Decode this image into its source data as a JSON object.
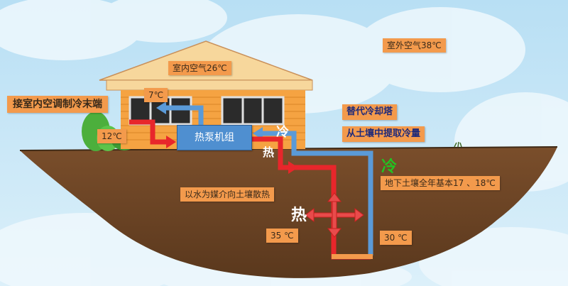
{
  "labels": {
    "outdoor_air": "室外空气38℃",
    "indoor_air": "室内空气26℃",
    "indoor_terminal": "接室内空调制冷末端",
    "temp_7": "7℃",
    "temp_12": "12℃",
    "heat_pump": "热泵机组",
    "replace_tower": "替代冷却塔",
    "extract_cold": "从土壤中提取冷量",
    "underground_temp": "地下土壤全年基本17 、18℃",
    "water_medium": "以水为媒介向土壤散热",
    "temp_35": "35 ℃",
    "temp_30": "30 ℃"
  },
  "words": {
    "cold_1": "冷",
    "hot_1": "热",
    "cold_2": "冷",
    "hot_2": "热"
  },
  "colors": {
    "hot_pipe": "#e8262b",
    "cold_pipe": "#5a9ad8",
    "label_bg": "#f39a4c",
    "soil": "#6b4426",
    "sky": "#bfe3f5",
    "heat_pump": "#4f8fd0",
    "cold_word": "#22c322"
  }
}
